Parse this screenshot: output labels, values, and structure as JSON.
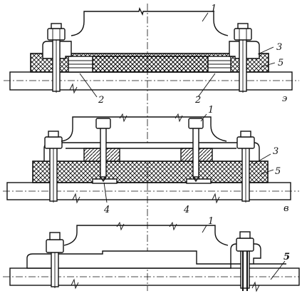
{
  "labels": {
    "a1": "1",
    "a2l": "2",
    "a2r": "2",
    "a3": "3",
    "a5": "5",
    "aEnd": "э",
    "b1": "1",
    "b3": "3",
    "b4l": "4",
    "b4r": "4",
    "b5": "5",
    "bEnd": "в",
    "c1": "1",
    "c5": "5"
  },
  "colors": {
    "ink": "#111111",
    "paper": "#ffffff"
  }
}
